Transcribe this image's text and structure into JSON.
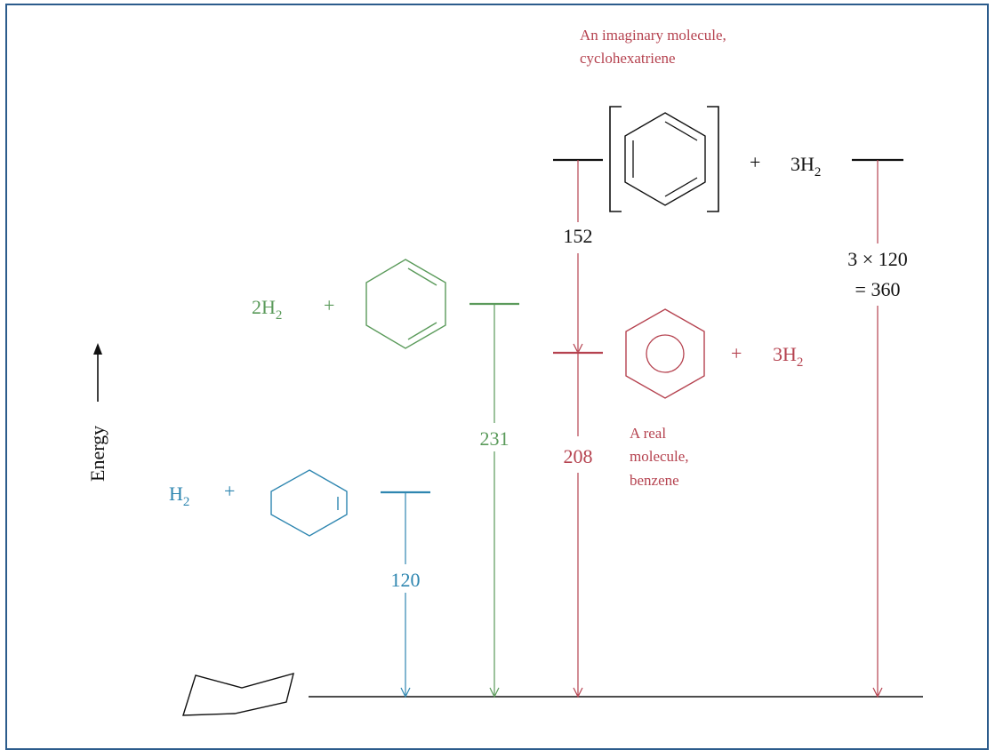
{
  "colors": {
    "black": "#111111",
    "blue": "#2e86b0",
    "green": "#5a9a5a",
    "red": "#b5424f",
    "frame": "#2c5c8c"
  },
  "axis": {
    "label": "Energy"
  },
  "cyclohexatriene": {
    "caption_line1": "An imaginary molecule,",
    "caption_line2": "cyclohexatriene",
    "plus": "+",
    "reagent": "3H",
    "reagent_sub": "2"
  },
  "benzene": {
    "caption_line1": "A real",
    "caption_line2": "molecule,",
    "caption_line3": "benzene",
    "plus": "+",
    "reagent": "3H",
    "reagent_sub": "2"
  },
  "cyclohexadiene": {
    "reagent": "2H",
    "reagent_sub": "2",
    "plus": "+"
  },
  "cyclohexene": {
    "reagent": "H",
    "reagent_sub": "2",
    "plus": "+"
  },
  "energies": {
    "cyclohexene": "120",
    "cyclohexadiene": "231",
    "benzene": "208",
    "resonance": "152",
    "triene_line1": "3 × 120",
    "triene_line2": "= 360"
  }
}
